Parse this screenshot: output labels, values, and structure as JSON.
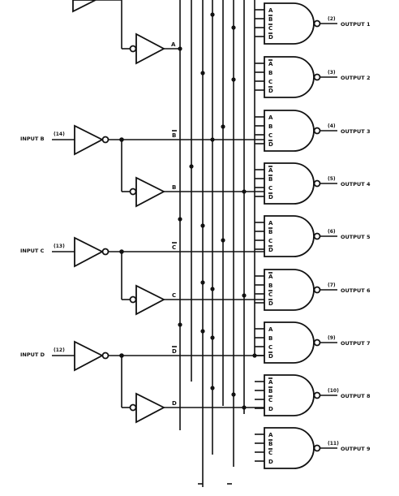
{
  "inputs": [
    {
      "label": "INPUT B",
      "pin": "(14)"
    },
    {
      "label": "INPUT C",
      "pin": "(13)"
    },
    {
      "label": "INPUT D",
      "pin": "(12)"
    }
  ],
  "signals": {
    "a": "A",
    "b_bar": "B",
    "b": "B",
    "c_bar": "C",
    "c": "C",
    "d_bar": "D",
    "d": "D"
  },
  "outputs": [
    {
      "label": "OUTPUT 1",
      "pin": "(2)",
      "pins": [
        "A",
        "B",
        "C",
        "D"
      ]
    },
    {
      "label": "OUTPUT 2",
      "pin": "(3)",
      "pins": [
        "A",
        "B",
        "C",
        "D"
      ]
    },
    {
      "label": "OUTPUT 3",
      "pin": "(4)",
      "pins": [
        "A",
        "B",
        "C",
        "D"
      ]
    },
    {
      "label": "OUTPUT 4",
      "pin": "(5)",
      "pins": [
        "A",
        "B",
        "C",
        "D"
      ]
    },
    {
      "label": "OUTPUT 5",
      "pin": "(6)",
      "pins": [
        "A",
        "B",
        "C",
        "D"
      ]
    },
    {
      "label": "OUTPUT 6",
      "pin": "(7)",
      "pins": [
        "A",
        "B",
        "C",
        "D"
      ]
    },
    {
      "label": "OUTPUT 7",
      "pin": "(9)",
      "pins": [
        "A",
        "B",
        "C",
        "D"
      ]
    },
    {
      "label": "OUTPUT 8",
      "pin": "(10)",
      "pins": [
        "A",
        "B",
        "C",
        "D"
      ]
    },
    {
      "label": "OUTPUT 9",
      "pin": "(11)",
      "pins": [
        "A",
        "B",
        "C",
        "D"
      ]
    }
  ]
}
